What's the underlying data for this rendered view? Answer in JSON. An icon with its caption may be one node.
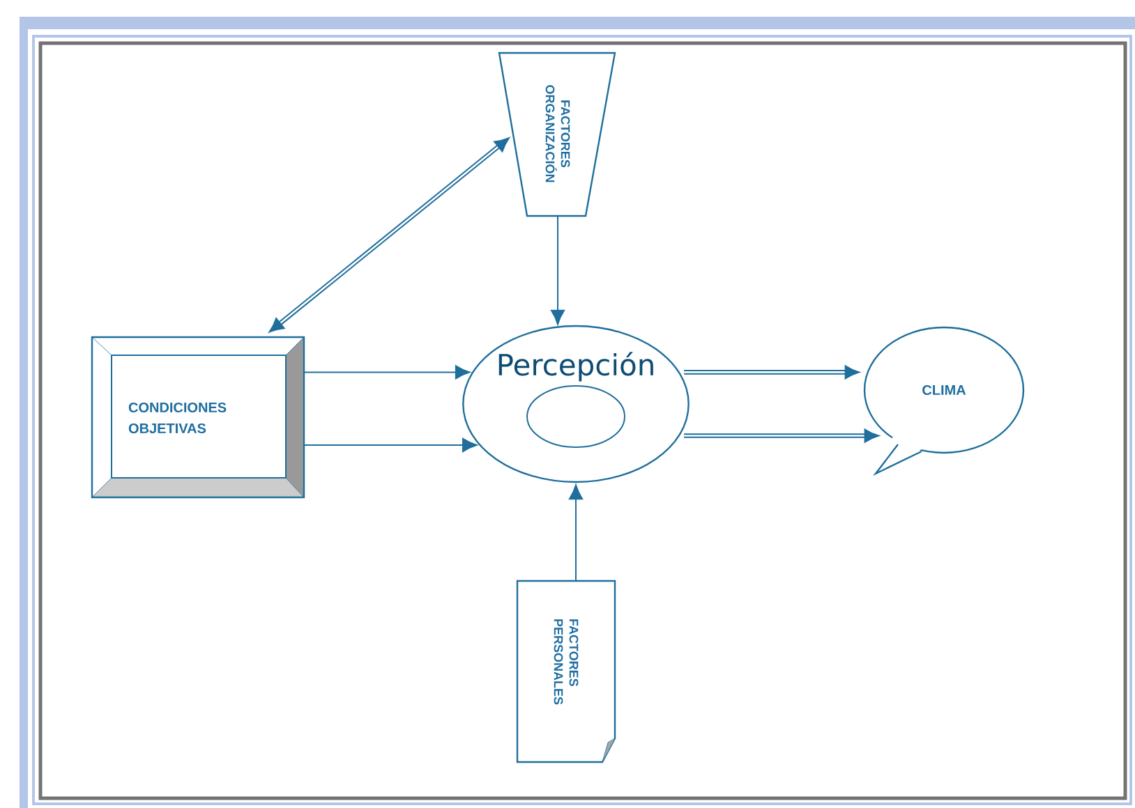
{
  "diagram": {
    "nodes": [
      {
        "text": [
          "FACTORES ORGANIZACIÓN"
        ]
      },
      {
        "text": [
          "CONDICIONES OBJETIVAS"
        ]
      },
      {
        "text": [
          "Percepción"
        ]
      },
      {
        "text": [
          "CLIMA"
        ]
      },
      {
        "text": [
          "FACTORES PERSONALES"
        ]
      }
    ],
    "edges": [
      {
        "from": 1,
        "to": 0,
        "arrow": "both",
        "style": "thick"
      },
      {
        "from": 0,
        "to": 2,
        "arrow": "to"
      },
      {
        "from": 1,
        "to": 2,
        "arrow": "to"
      },
      {
        "from": 1,
        "to": 2,
        "arrow": "to"
      },
      {
        "from": 4,
        "to": 2,
        "arrow": "to"
      },
      {
        "from": 2,
        "to": 3,
        "arrow": "to",
        "style": "thick"
      },
      {
        "from": 2,
        "to": 3,
        "arrow": "to",
        "style": "thick"
      }
    ]
  }
}
